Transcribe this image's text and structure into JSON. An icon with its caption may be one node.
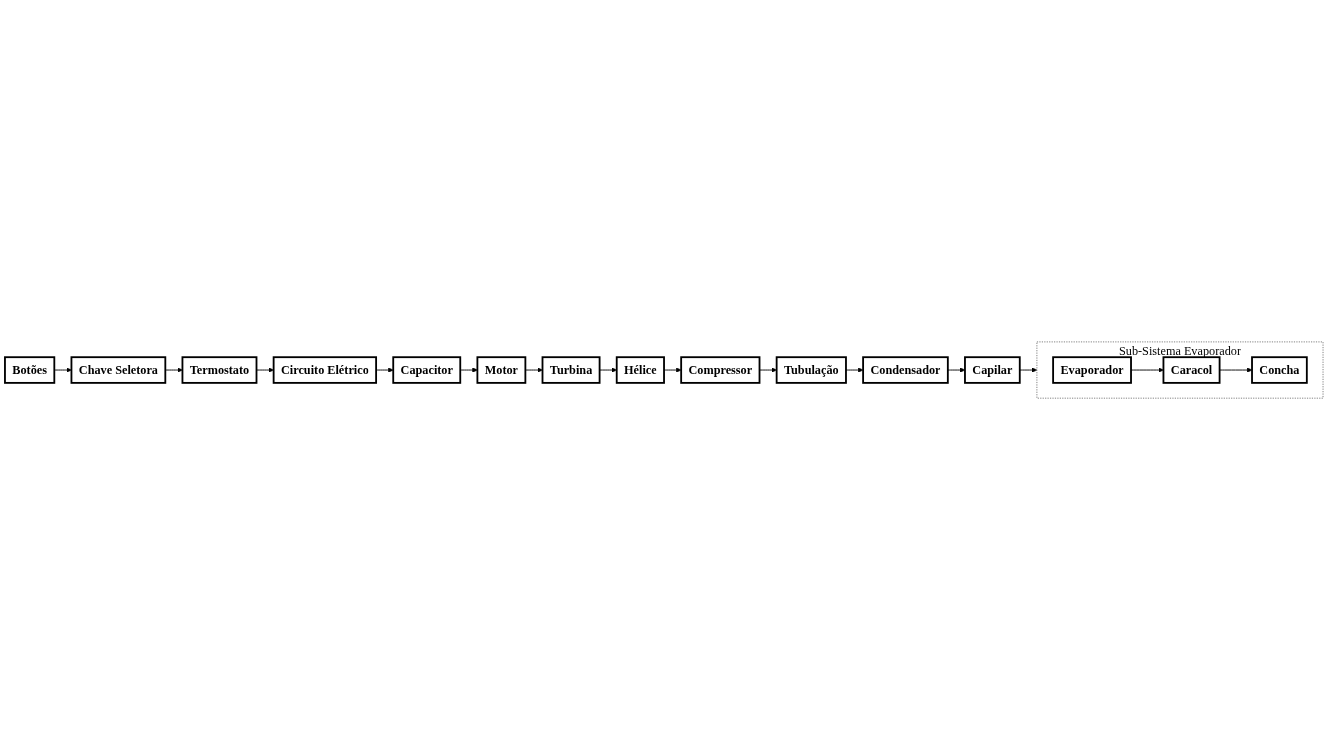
{
  "diagram": {
    "nodes": [
      {
        "text": [
          "Botões"
        ]
      },
      {
        "text": [
          "Chave Seletora"
        ]
      },
      {
        "text": [
          "Termostato"
        ]
      },
      {
        "text": [
          "Circuito Elétrico"
        ]
      },
      {
        "text": [
          "Capacitor"
        ]
      },
      {
        "text": [
          "Motor"
        ]
      },
      {
        "text": [
          "Turbina"
        ]
      },
      {
        "text": [
          "Hélice"
        ]
      },
      {
        "text": [
          "Compressor"
        ]
      },
      {
        "text": [
          "Tubulação"
        ]
      },
      {
        "text": [
          "Condensador"
        ]
      },
      {
        "text": [
          "Capilar"
        ]
      },
      {
        "text": [
          "Sub-Sistema Evaporador"
        ]
      },
      {
        "text": [
          "Concha"
        ],
        "in": 12
      },
      {
        "text": [
          "Caracol"
        ],
        "in": 12
      },
      {
        "text": [
          "Evaporador"
        ],
        "in": 12
      }
    ],
    "edges": [
      {
        "from": 0,
        "to": 1,
        "arrow": "to"
      },
      {
        "from": 1,
        "to": 2,
        "arrow": "to"
      },
      {
        "from": 2,
        "to": 3,
        "arrow": "to"
      },
      {
        "from": 3,
        "to": 4,
        "arrow": "to"
      },
      {
        "from": 4,
        "to": 5,
        "arrow": "to"
      },
      {
        "from": 5,
        "to": 6,
        "arrow": "to"
      },
      {
        "from": 6,
        "to": 7,
        "arrow": "to"
      },
      {
        "from": 7,
        "to": 8,
        "arrow": "to"
      },
      {
        "from": 8,
        "to": 9,
        "arrow": "to"
      },
      {
        "from": 9,
        "to": 10,
        "arrow": "to"
      },
      {
        "from": 10,
        "to": 11,
        "arrow": "to"
      },
      {
        "from": 11,
        "to": 12,
        "arrow": "to"
      },
      {
        "from": 15,
        "to": 14,
        "arrow": "to"
      },
      {
        "from": 14,
        "to": 13,
        "arrow": "to"
      }
    ]
  }
}
